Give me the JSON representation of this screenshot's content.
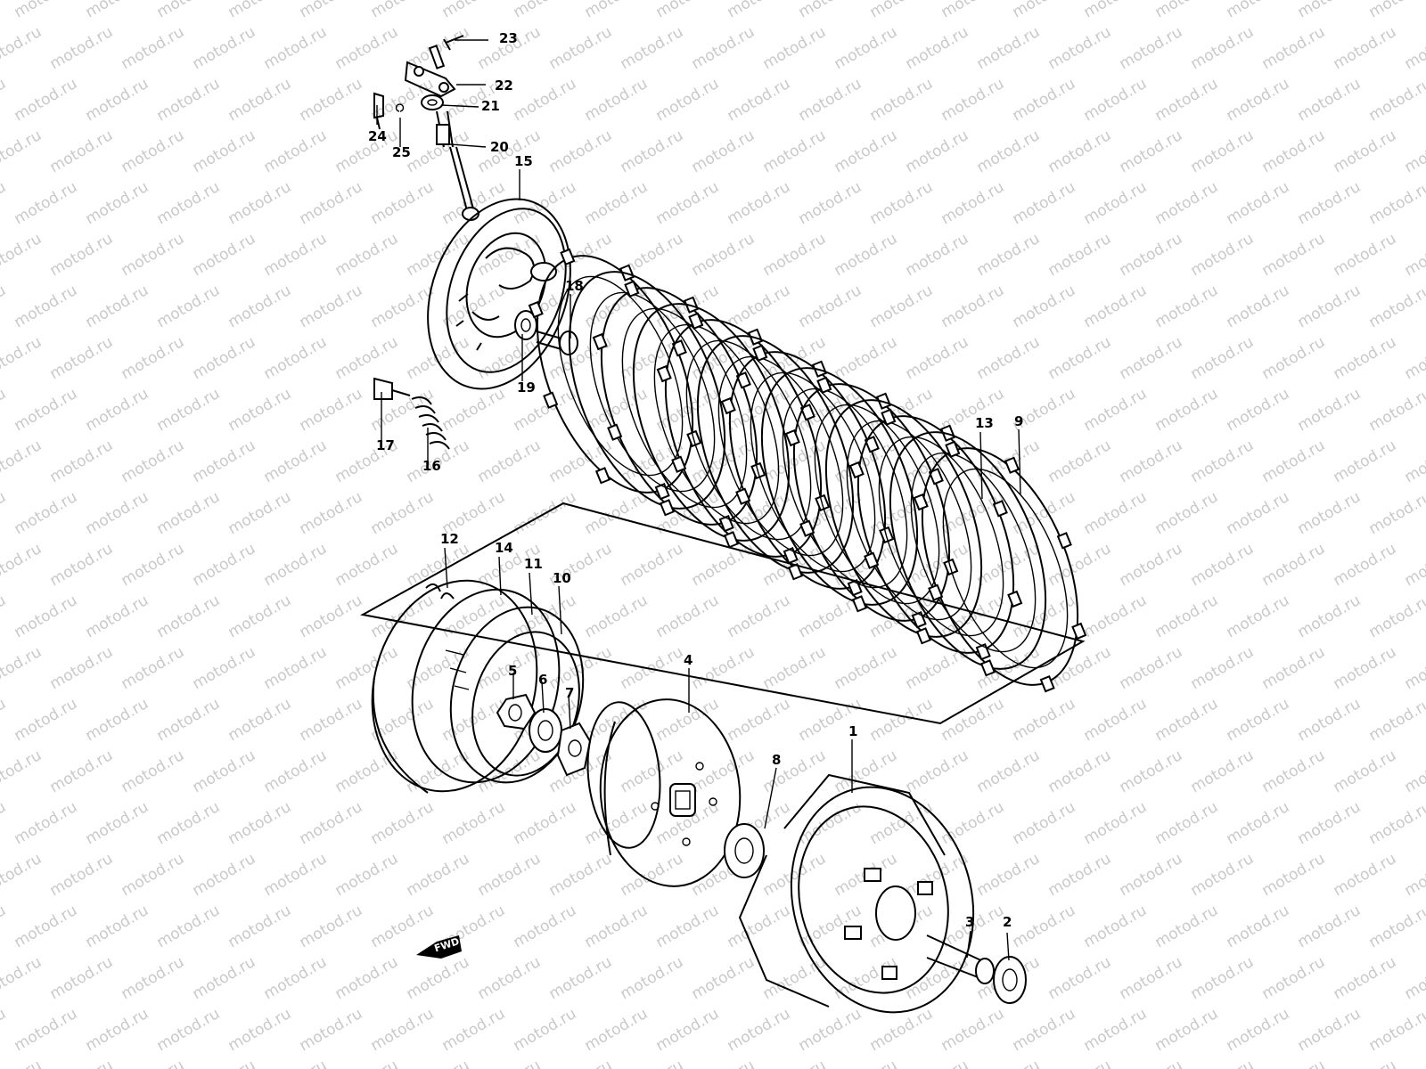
{
  "watermark": "motod.ru",
  "callouts": [
    "1",
    "2",
    "3",
    "4",
    "5",
    "6",
    "7",
    "8",
    "9",
    "10",
    "11",
    "12",
    "13",
    "14",
    "15",
    "16",
    "17",
    "18",
    "19",
    "20",
    "21",
    "22",
    "23",
    "24",
    "25"
  ],
  "direction_marker": {
    "icon": "arrow-left-icon",
    "text": "FWD"
  },
  "colors": {
    "line": "#000000",
    "background": "#ffffff",
    "watermark": "#c9c9c9"
  }
}
